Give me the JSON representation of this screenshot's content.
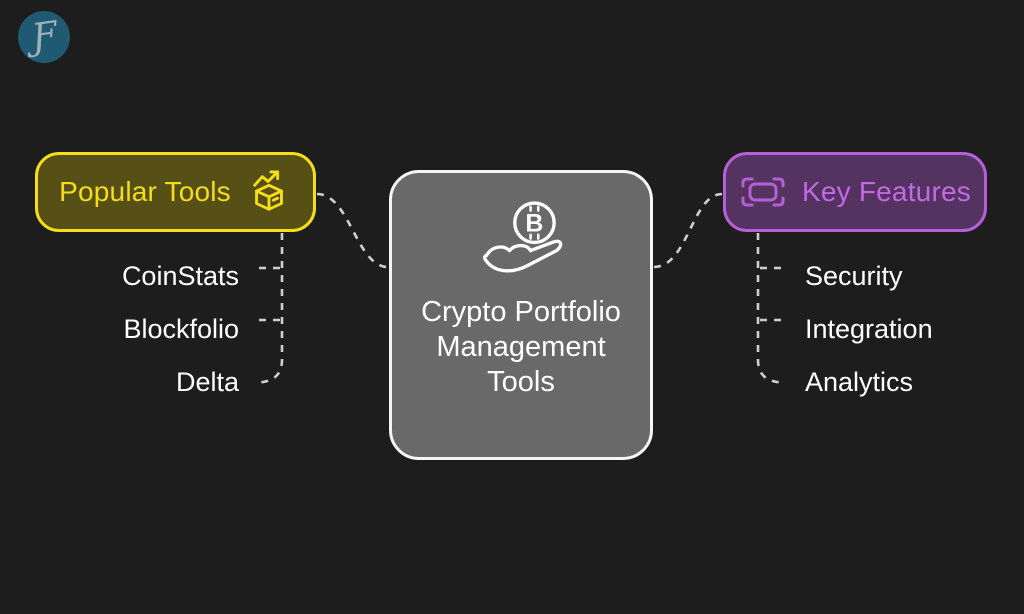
{
  "page": {
    "background": "#1d1d1d"
  },
  "logo": {
    "glyph": "Ƒ",
    "circle_color": "#1f5a72",
    "glyph_color": "#9fb2ba"
  },
  "center_node": {
    "title": "Crypto Portfolio Management Tools",
    "icon": "bitcoin-in-hand-icon",
    "coin_letter": "B",
    "fill": "#696969",
    "border_color": "#f5f5f5",
    "text_color": "#ffffff"
  },
  "left_branch": {
    "label": "Popular Tools",
    "icon": "open-box-trending-up-icon",
    "accent": "#f5dd1b",
    "fill": "#565017",
    "items": [
      "CoinStats",
      "Blockfolio",
      "Delta"
    ]
  },
  "right_branch": {
    "label": "Key Features",
    "icon": "scan-frame-icon",
    "accent": "#b55fd9",
    "text_color": "#c26ae6",
    "fill": "#553360",
    "items": [
      "Security",
      "Integration",
      "Analytics"
    ]
  },
  "connectors": {
    "color": "#cfcfcf",
    "style": "dashed"
  }
}
